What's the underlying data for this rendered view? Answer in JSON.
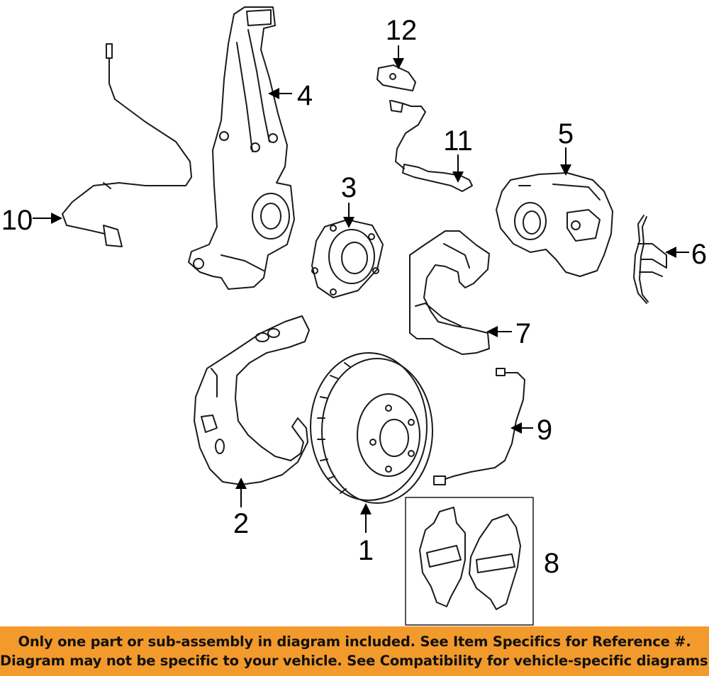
{
  "callouts": {
    "c1": "1",
    "c2": "2",
    "c3": "3",
    "c4": "4",
    "c5": "5",
    "c6": "6",
    "c7": "7",
    "c8": "8",
    "c9": "9",
    "c10": "10",
    "c11": "11",
    "c12": "12"
  },
  "banner": {
    "line1": "Only one part or sub-assembly in diagram included. See Item Specifics for Reference #.",
    "line2": "Diagram may not be specific to your vehicle. See Compatibility for vehicle-specific diagrams."
  },
  "colors": {
    "banner_bg": "#f39a2c",
    "line_art": "#1a1a1a"
  }
}
